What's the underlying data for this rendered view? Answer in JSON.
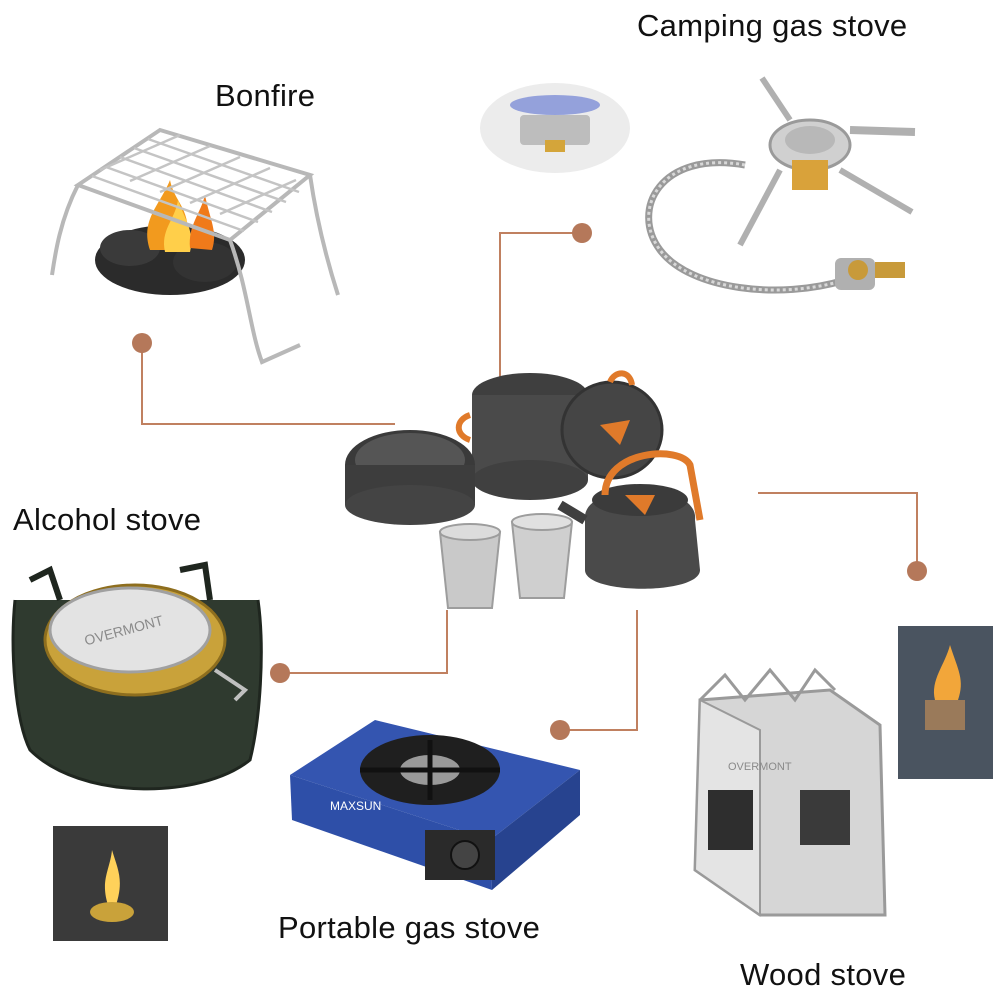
{
  "labels": {
    "bonfire": "Bonfire",
    "camping_gas_stove": "Camping gas stove",
    "alcohol_stove": "Alcohol stove",
    "portable_gas_stove": "Portable gas stove",
    "wood_stove": "Wood stove"
  },
  "branding": {
    "overmont": "OVERMONT",
    "maxsun": "MAXSUN"
  },
  "colors": {
    "connector": "#c08060",
    "dot": "#b5785a",
    "metal_dark": "#4a4a4a",
    "metal_light": "#c8c8c8",
    "accent_orange": "#e07a2a",
    "stove_blue": "#2e4fa8",
    "flame": "#f29a1e"
  }
}
